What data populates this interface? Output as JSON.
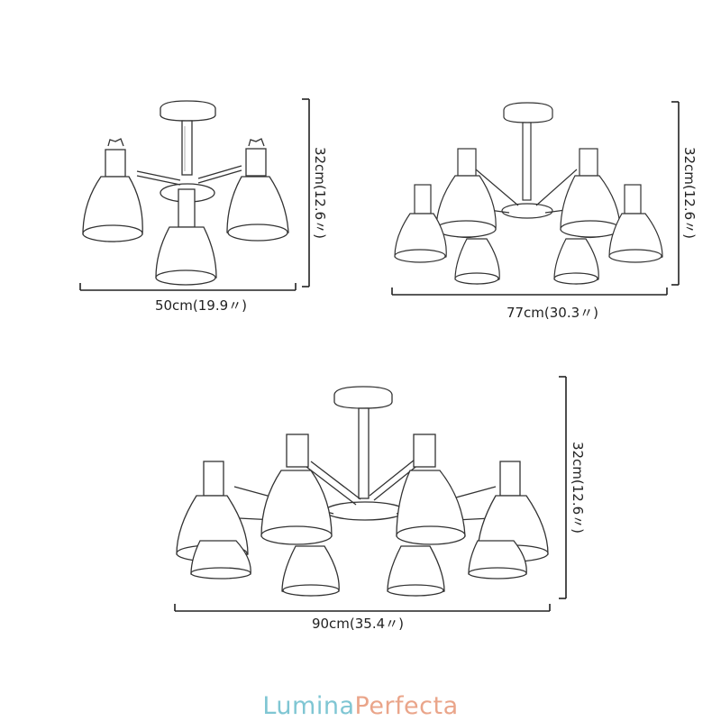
{
  "figures": [
    {
      "name": "3-light",
      "width_label": "50cm(19.9〃)",
      "height_label": "32cm(12.6〃)"
    },
    {
      "name": "6-light",
      "width_label": "77cm(30.3〃)",
      "height_label": "32cm(12.6〃)"
    },
    {
      "name": "8-light",
      "width_label": "90cm(35.4〃)",
      "height_label": "32cm(12.6〃)"
    }
  ],
  "watermark": {
    "part1": "Lumina",
    "part2": "Perfecta"
  },
  "colors": {
    "line": "#333333",
    "wood": "#8a8a8a",
    "watermark_blue": "#7fc6d3",
    "watermark_orange": "#eaa58a"
  }
}
